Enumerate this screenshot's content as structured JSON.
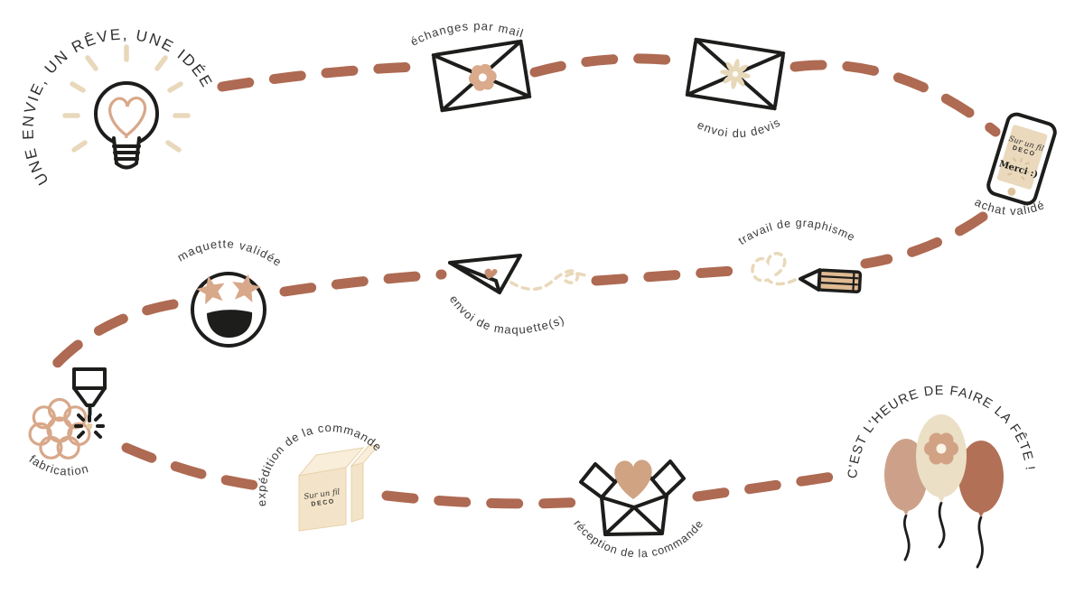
{
  "palette": {
    "terracotta_dash": "#ae6a52",
    "tan": "#d7a88b",
    "beige": "#e9d8ba",
    "cream_box": "#f3e4c9",
    "ink": "#1d1d1b",
    "label_text": "#3a3a39",
    "balloon_left": "#cda189",
    "balloon_center": "#ebdfc5",
    "balloon_right": "#b27057"
  },
  "steps": [
    {
      "id": "idea",
      "label": "UNE ENVIE, UN RÊVE, UNE IDÉE"
    },
    {
      "id": "mail",
      "label": "échanges par mail"
    },
    {
      "id": "devis",
      "label": "envoi du devis"
    },
    {
      "id": "achat",
      "label": "achat validé"
    },
    {
      "id": "graphisme",
      "label": "travail de graphisme"
    },
    {
      "id": "maquettes",
      "label": "envoi de maquette(s)"
    },
    {
      "id": "maquette-ok",
      "label": "maquette validée"
    },
    {
      "id": "fabrication",
      "label": "fabrication"
    },
    {
      "id": "expedition",
      "label": "expédition de la commande"
    },
    {
      "id": "reception",
      "label": "réception de la commande"
    },
    {
      "id": "fete",
      "label": "C'EST L'HEURE DE FAIRE LA FÊTE !"
    }
  ],
  "phone": {
    "brand_line1": "Sur un fil",
    "brand_line2": "DECO",
    "message": "Merci :)"
  },
  "package": {
    "brand_line1": "Sur un fil",
    "brand_line2": "DECO"
  }
}
